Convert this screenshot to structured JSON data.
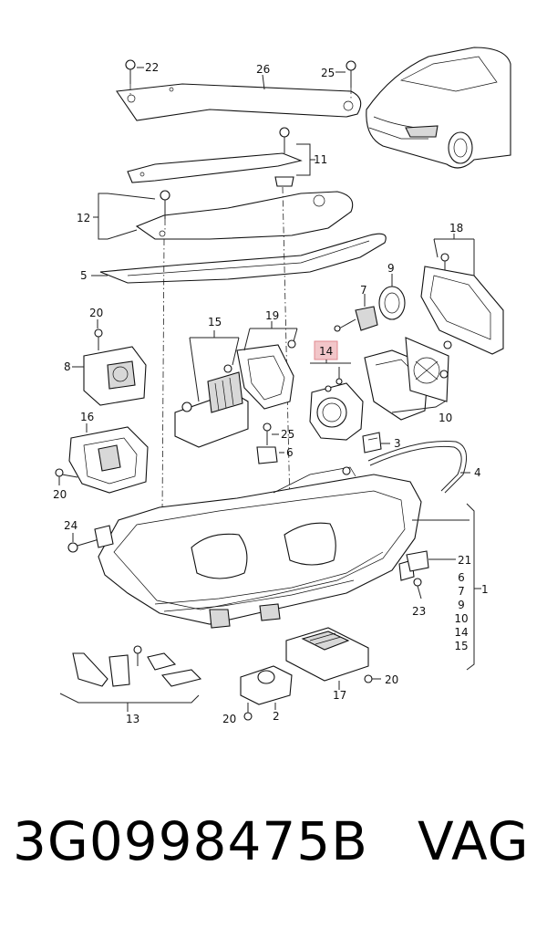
{
  "callouts": {
    "c1": "1",
    "c2": "2",
    "c3": "3",
    "c4": "4",
    "c5": "5",
    "c6": "6",
    "c7": "7",
    "c8": "8",
    "c9": "9",
    "c10a": "10",
    "c11": "11",
    "c12": "12",
    "c13": "13",
    "c14": "14",
    "c15": "15",
    "c16": "16",
    "c17": "17",
    "c18": "18",
    "c19": "19",
    "c20a": "20",
    "c20b": "20",
    "c20c": "20",
    "c20d": "20",
    "c21": "21",
    "c22": "22",
    "c23": "23",
    "c24": "24",
    "c25a": "25",
    "c25b": "25",
    "c26": "26",
    "c6b": "6"
  },
  "assembly_list": [
    "6",
    "7",
    "9",
    "10",
    "14",
    "15"
  ],
  "caption": {
    "part_number": "3G0998475B",
    "brand": "VAG"
  }
}
